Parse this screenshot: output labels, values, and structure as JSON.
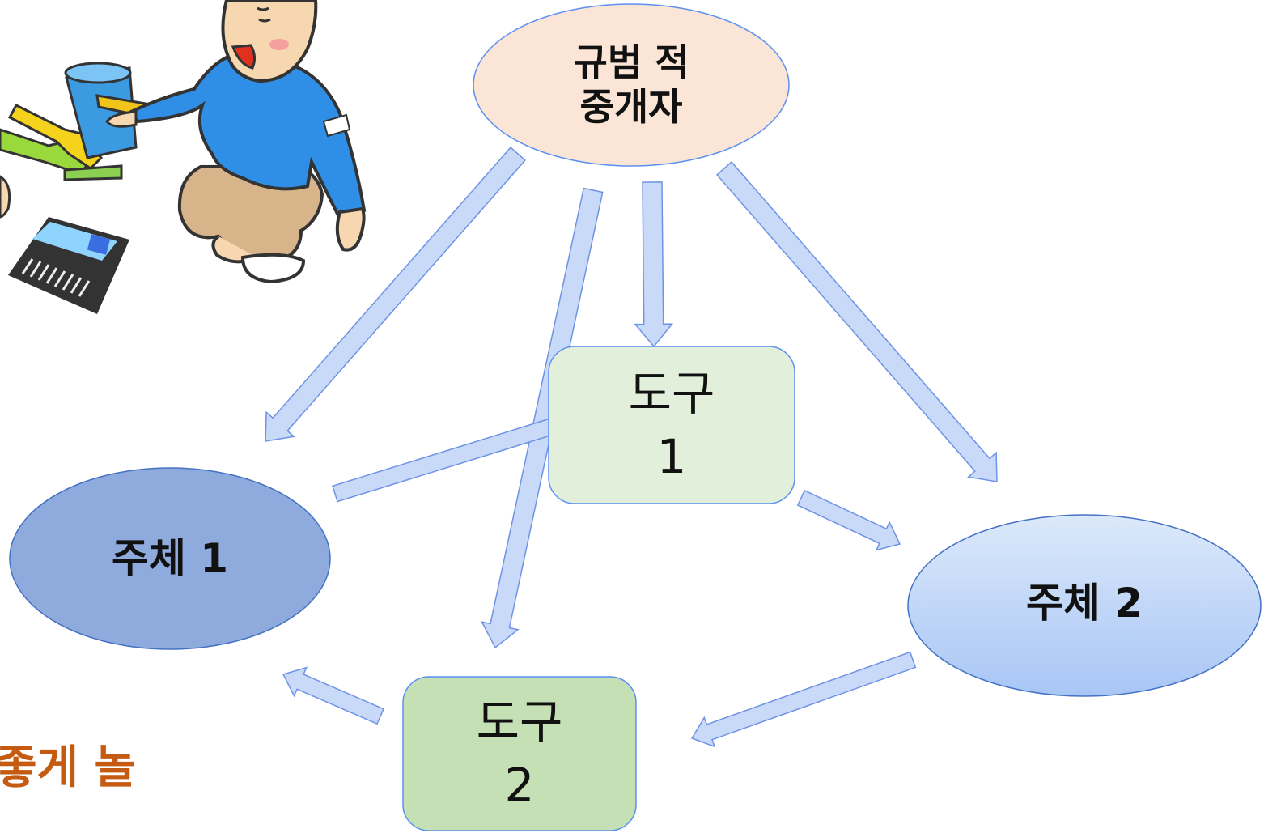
{
  "nodes": {
    "mediator": {
      "line1": "규범 적",
      "line2": "중개자"
    },
    "tool1": {
      "line1": "도구",
      "line2": "1"
    },
    "tool2": {
      "line1": "도구",
      "line2": "2"
    },
    "subject1": {
      "label": "주체 1"
    },
    "subject2": {
      "label": "주체 2"
    }
  },
  "caption": "좋게 놀",
  "illustration": {
    "icon": "child-playing-with-toys-illustration"
  },
  "colors": {
    "mediator_fill": "#fbe5d6",
    "tool_fill_1": "#e2efda",
    "tool_fill_2": "#c5e0b4",
    "subject1_fill": "#8faadc",
    "subject2_fill": "#bdd7ee",
    "arrow_fill": "#c9d9f8",
    "arrow_stroke": "#6e93e6",
    "caption": "#c55a11"
  }
}
